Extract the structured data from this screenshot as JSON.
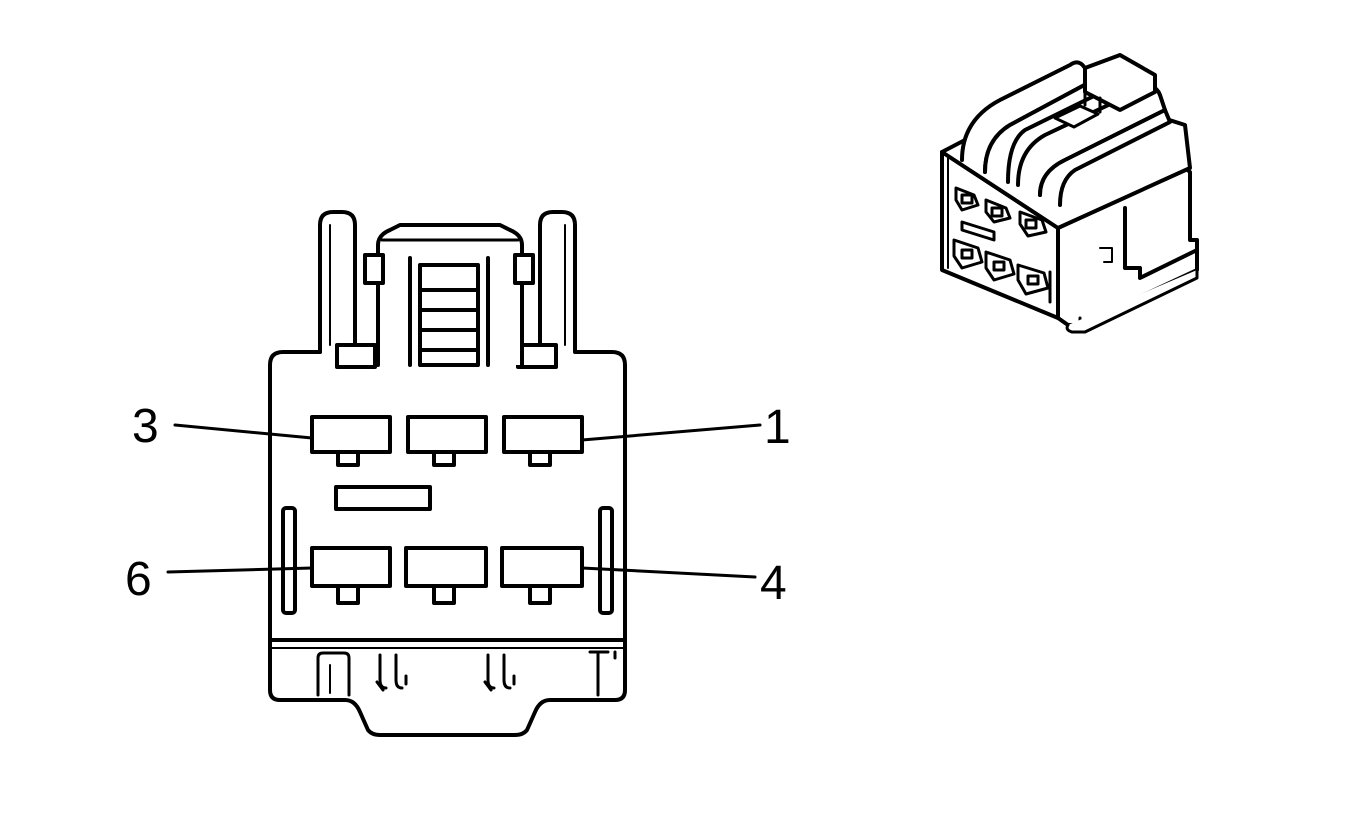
{
  "diagram": {
    "line_color": "#000000",
    "background": "#ffffff",
    "front_view": {
      "cavities": [
        {
          "row": 1,
          "position": "left"
        },
        {
          "row": 1,
          "position": "center"
        },
        {
          "row": 1,
          "position": "right"
        },
        {
          "row": 2,
          "position": "left"
        },
        {
          "row": 2,
          "position": "center"
        },
        {
          "row": 2,
          "position": "right"
        }
      ],
      "callouts": [
        {
          "label": "3",
          "points_to": "row-1-left"
        },
        {
          "label": "1",
          "points_to": "row-1-right"
        },
        {
          "label": "6",
          "points_to": "row-2-left"
        },
        {
          "label": "4",
          "points_to": "row-2-right"
        }
      ]
    },
    "iso_view": {
      "cavity_count": 6
    }
  }
}
